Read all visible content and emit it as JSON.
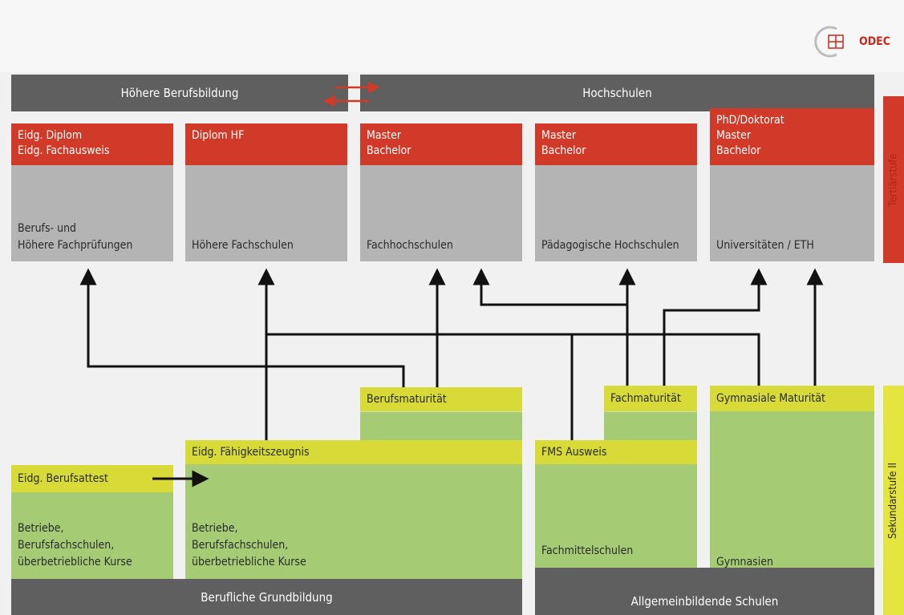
{
  "logo": {
    "text": "ODEC"
  },
  "headers": {
    "hbb": "Höhere Berufsbildung",
    "hochschulen": "Hochschulen"
  },
  "columns": [
    {
      "degree": [
        "Eidg. Diplom",
        "Eidg. Fachausweis"
      ],
      "institution": [
        "Berufs- und",
        "Höhere Fachprüfungen"
      ]
    },
    {
      "degree": [
        "Diplom HF"
      ],
      "institution": [
        "Höhere Fachschulen"
      ]
    },
    {
      "degree": [
        "Master",
        "Bachelor"
      ],
      "institution": [
        "Fachhochschulen"
      ]
    },
    {
      "degree": [
        "Master",
        "Bachelor"
      ],
      "institution": [
        "Pädagogische Hochschulen"
      ]
    },
    {
      "degree": [
        "PhD/Doktorat",
        "Master",
        "Bachelor"
      ],
      "institution": [
        "Universitäten / ETH"
      ]
    }
  ],
  "secondary": {
    "berufsattest": "Eidg. Berufsattest",
    "betriebe1": [
      "Betriebe,",
      "Berufsfachschulen,",
      "überbetriebliche Kurse"
    ],
    "efz": "Eidg. Fähigkeitszeugnis",
    "betriebe2": [
      "Betriebe,",
      "Berufsfachschulen,",
      "überbetriebliche Kurse"
    ],
    "berufsmaturitaet": "Berufsmaturität",
    "fms_ausweis": "FMS Ausweis",
    "fachmittelschulen": "Fachmittelschulen",
    "fachmaturitaet": "Fachmaturität",
    "gym_maturitaet": "Gymnasiale Maturität",
    "gymnasien": "Gymnasien"
  },
  "bottom": {
    "berufliche": "Berufliche Grundbildung",
    "allgemein": "Allgemeinbildende Schulen"
  },
  "side": {
    "tertiaer": "Tertiärstufe",
    "sekundar": "Sekundarstufe II"
  },
  "colors": {
    "dark": "#5f5f5f",
    "red": "#d13a28",
    "grey": "#b4b4b4",
    "yellow": "#d7da37",
    "green": "#a5cc74"
  }
}
